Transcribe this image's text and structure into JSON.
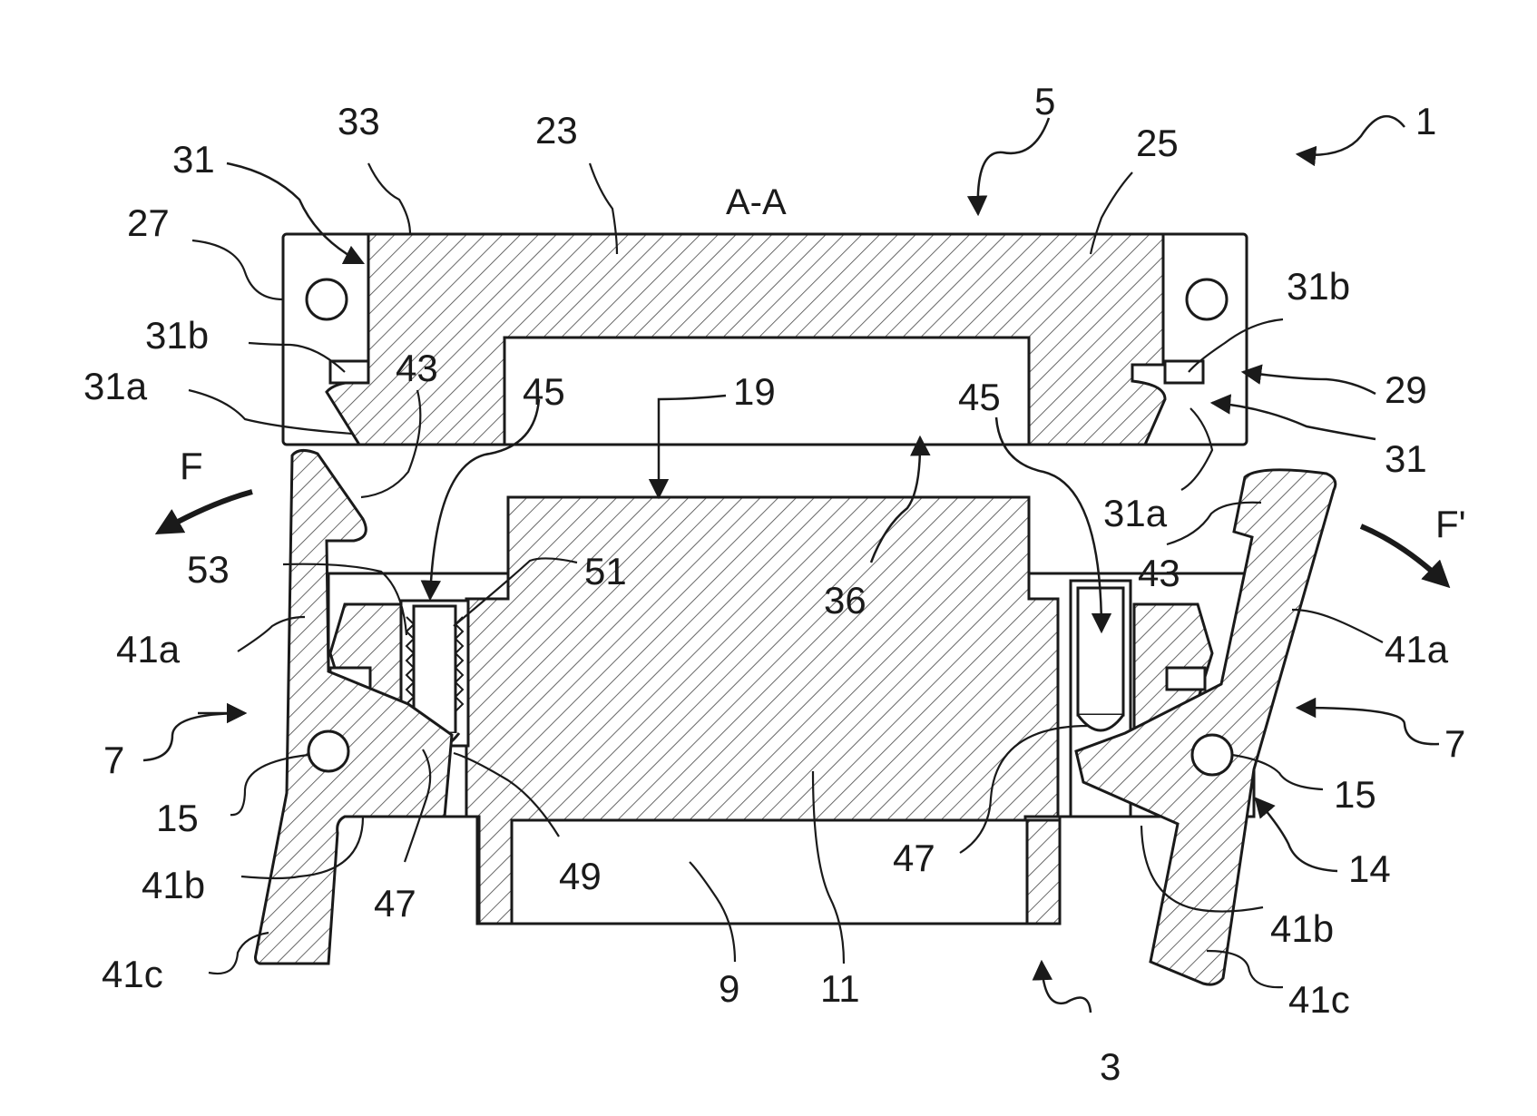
{
  "drawing": {
    "section_title": "A-A",
    "labels": {
      "assembly": "1",
      "base": "3",
      "top": "5",
      "latch_left": "7",
      "latch_right": "7",
      "body_9": "9",
      "core_11": "11",
      "pivot_left": "15",
      "pivot_right": "15",
      "edge_14": "14",
      "core_top": "19",
      "top_left": "23",
      "top_right": "25",
      "frame_left": "27",
      "frame_right": "29",
      "groove_left": "31",
      "groove_right": "31",
      "face_31a_left": "31a",
      "face_31a_right": "31a",
      "face_31b_left": "31b",
      "face_31b_right": "31b",
      "top_edge": "33",
      "gap_36": "36",
      "hook_left": "43",
      "hook_right": "43",
      "slot_left": "45",
      "slot_right": "45",
      "pin_left": "47",
      "pin_right": "47",
      "ball_49": "49",
      "spring_51": "51",
      "spring_53": "53",
      "lever_41a_left": "41a",
      "lever_41a_right": "41a",
      "lever_41b_left": "41b",
      "lever_41b_right": "41b",
      "lever_41c_left": "41c",
      "lever_41c_right": "41c",
      "force_left": "F",
      "force_right": "F'"
    }
  }
}
